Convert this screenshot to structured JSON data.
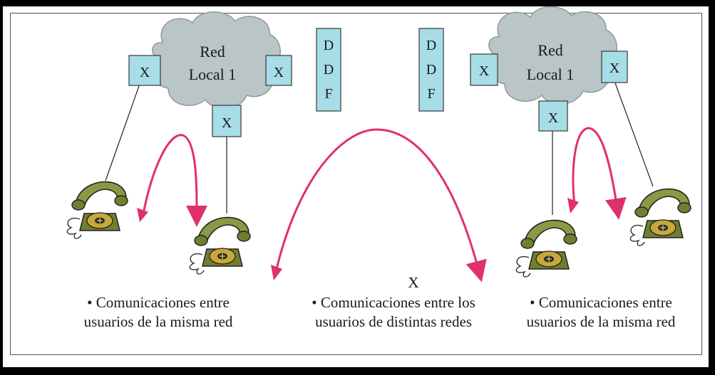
{
  "networks": [
    {
      "name_line1": "Red",
      "name_line2": "Local 1"
    },
    {
      "name_line1": "Red",
      "name_line2": "Local 1"
    }
  ],
  "node_label": "X",
  "ddf": [
    {
      "letters": [
        "D",
        "D",
        "F"
      ]
    },
    {
      "letters": [
        "D",
        "D",
        "F"
      ]
    }
  ],
  "center_label": "X",
  "captions": [
    {
      "line1": "• Comunicaciones entre",
      "line2": "usuarios de la misma red"
    },
    {
      "line1": "• Comunicaciones entre los",
      "line2": "usuarios de distintas redes"
    },
    {
      "line1": "• Comunicaciones entre",
      "line2": "usuarios de la misma red"
    }
  ],
  "colors": {
    "cloud": "#b9c5c7",
    "node_box": "#a7dde7",
    "arrow": "#e0306a",
    "phone": "#7a8a3c"
  }
}
